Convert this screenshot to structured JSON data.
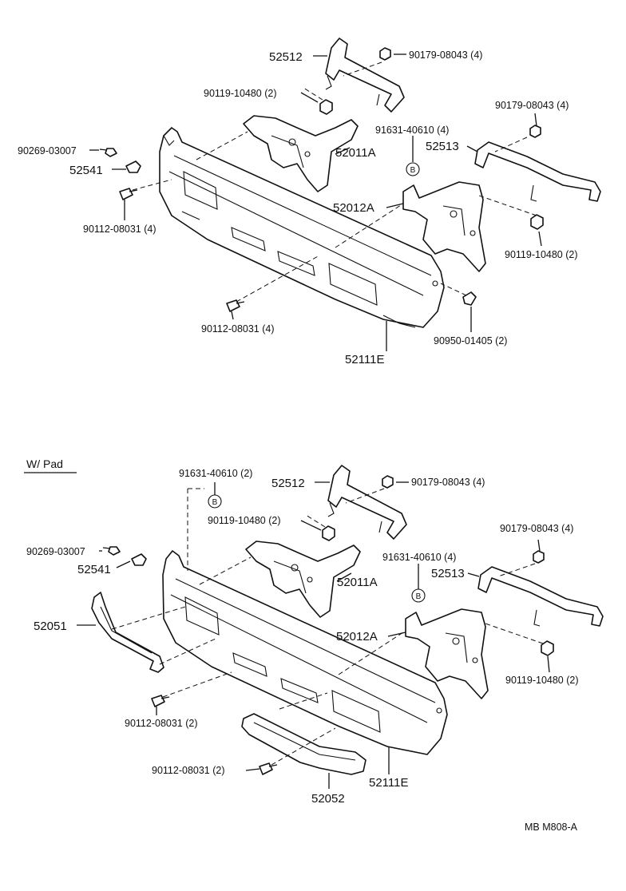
{
  "top": {
    "labels": {
      "p52512": "52512",
      "p90179a": "90179-08043 (4)",
      "p90119a": "90119-10480 (2)",
      "p90179b": "90179-08043 (4)",
      "p91631": "91631-40610 (4)",
      "p52513": "52513",
      "p90269": "90269-03007",
      "p52541": "52541",
      "p52011A": "52011A",
      "p52012A": "52012A",
      "p90112a": "90112-08031 (4)",
      "p90119b": "90119-10480 (2)",
      "p90112b": "90112-08031 (4)",
      "p90950": "90950-01405 (2)",
      "p52111E": "52111E",
      "marker": "B"
    }
  },
  "bottom": {
    "title": "W/ Pad",
    "labels": {
      "p91631a": "91631-40610 (2)",
      "p52512": "52512",
      "p90179a": "90179-08043 (4)",
      "p90119a": "90119-10480 (2)",
      "p90179b": "90179-08043 (4)",
      "p90269": "90269-03007",
      "p52541": "52541",
      "p91631b": "91631-40610 (4)",
      "p52011A": "52011A",
      "p52513": "52513",
      "p52051": "52051",
      "p52012A": "52012A",
      "p90119b": "90119-10480 (2)",
      "p90112a": "90112-08031 (2)",
      "p90112b": "90112-08031 (2)",
      "p52111E": "52111E",
      "p52052": "52052",
      "markerA": "B",
      "markerB": "B"
    }
  },
  "footer": {
    "code": "MB M808-A"
  }
}
